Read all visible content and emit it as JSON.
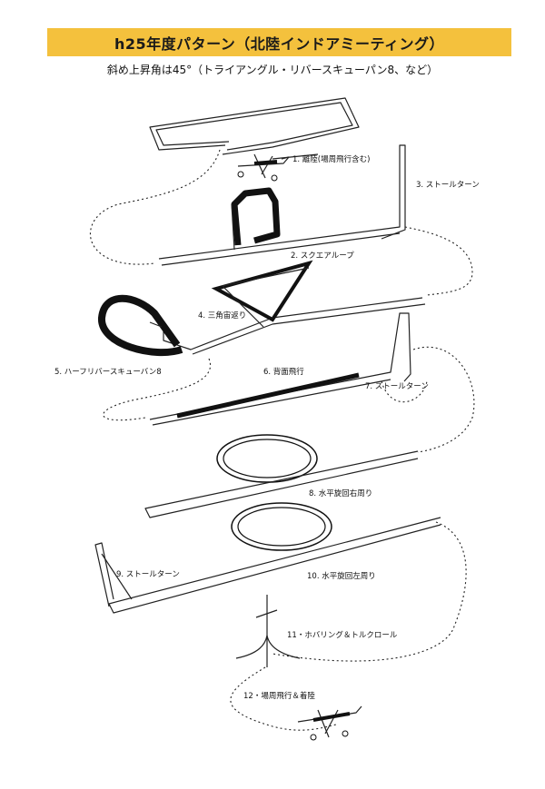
{
  "title": "h25年度パターン（北陸インドアミーティング）",
  "subtitle": "斜め上昇角は45°（トライアングル・リバースキューパン8、など）",
  "maneuvers": {
    "m1": "1. 離陸(場周飛行含む)",
    "m2": "2. スクエアループ",
    "m3": "3. ストールターン",
    "m4": "4. 三角宙返り",
    "m5": "5. ハーフリバースキューバン8",
    "m6": "6. 背面飛行",
    "m7": "7. ストールターン",
    "m8": "8. 水平旋回右周り",
    "m9": "9. ストールターン",
    "m10": "10. 水平旋回左周り",
    "m11": "11・ホバリング＆トルクロール",
    "m12": "12・場周飛行＆着陸"
  },
  "colors": {
    "banner": "#f4c13d",
    "ink": "#111111"
  }
}
